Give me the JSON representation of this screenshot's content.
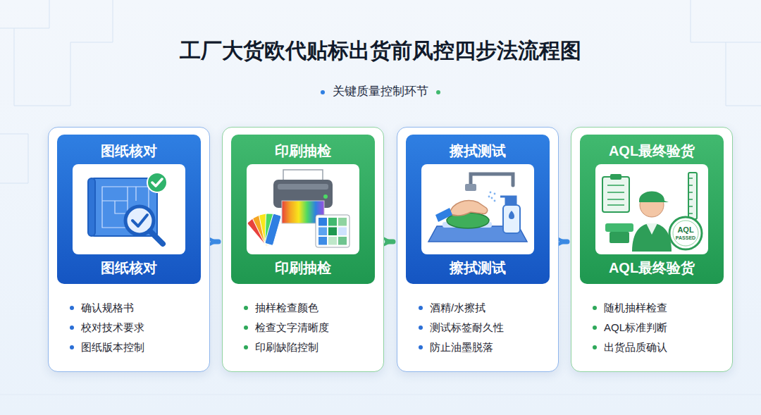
{
  "diagram": {
    "title": "工厂大货欧代贴标出货前风控四步法流程图",
    "nodes": [
      {
        "text": [
          "确认规格书",
          "校对技术要求",
          "图纸版本控制"
        ]
      },
      {
        "text": [
          "图纸核对",
          "图纸核对"
        ],
        "in": 0
      },
      {
        "text": [
          "抽样检查颜色",
          "检查文字清晰度",
          "印刷缺陷控制"
        ]
      },
      {
        "text": [
          "印刷抽检",
          "印刷抽检"
        ],
        "in": 2
      },
      {
        "text": [
          "酒精/水擦拭",
          "测试标签耐久性",
          "防止油墨脱落"
        ]
      },
      {
        "text": [
          "擦拭测试",
          "擦拭测试"
        ],
        "in": 4
      },
      {
        "text": [
          "随机抽样检查",
          "AQL标准判断",
          "出货品质确认"
        ]
      },
      {
        "text": [
          "AQL最终验货",
          "AQL最终验货"
        ],
        "in": 6
      }
    ],
    "edges": [
      {
        "from": 0,
        "to": 2,
        "arrow": "to"
      },
      {
        "from": 2,
        "to": 4,
        "arrow": "to"
      },
      {
        "from": 4,
        "to": 6,
        "arrow": "to"
      }
    ],
    "labels": [
      "关键质量控制环节",
      "AQL",
      "PASSED"
    ]
  }
}
